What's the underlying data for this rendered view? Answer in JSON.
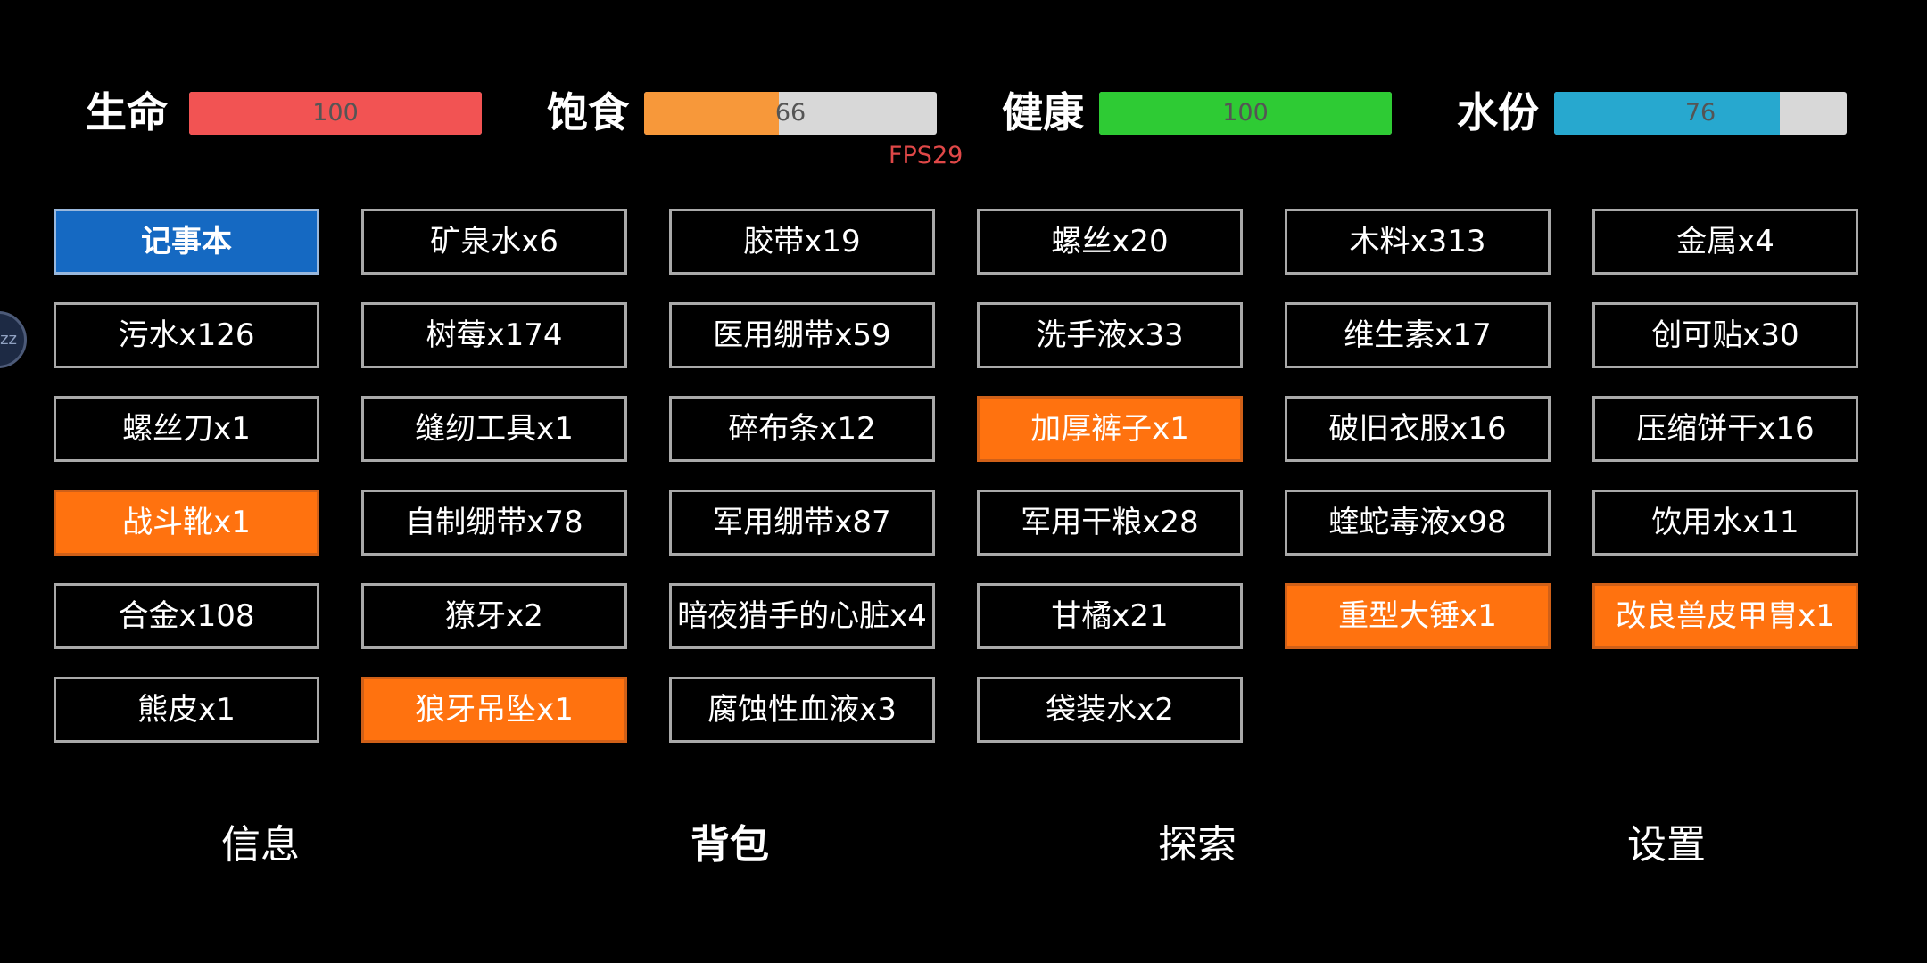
{
  "stats": {
    "life": {
      "label": "生命",
      "value": "100",
      "fill": 1.0,
      "color": "#f25353"
    },
    "satiety": {
      "label": "饱食",
      "value": "66",
      "fill": 0.46,
      "color": "#f7983a"
    },
    "health": {
      "label": "健康",
      "value": "100",
      "fill": 1.0,
      "color": "#2ecb34"
    },
    "water": {
      "label": "水份",
      "value": "76",
      "fill": 0.77,
      "color": "#27a8cf"
    }
  },
  "fps": "FPS29",
  "bubble": {
    "icon": "floating-ball-icon",
    "text": "zz"
  },
  "inventory": {
    "items": [
      {
        "label": "记事本",
        "state": "selected"
      },
      {
        "label": "矿泉水x6",
        "state": "normal"
      },
      {
        "label": "胶带x19",
        "state": "normal"
      },
      {
        "label": "螺丝x20",
        "state": "normal"
      },
      {
        "label": "木料x313",
        "state": "normal"
      },
      {
        "label": "金属x4",
        "state": "normal"
      },
      {
        "label": "污水x126",
        "state": "normal"
      },
      {
        "label": "树莓x174",
        "state": "normal"
      },
      {
        "label": "医用绷带x59",
        "state": "normal"
      },
      {
        "label": "洗手液x33",
        "state": "normal"
      },
      {
        "label": "维生素x17",
        "state": "normal"
      },
      {
        "label": "创可贴x30",
        "state": "normal"
      },
      {
        "label": "螺丝刀x1",
        "state": "normal"
      },
      {
        "label": "缝纫工具x1",
        "state": "normal"
      },
      {
        "label": "碎布条x12",
        "state": "normal"
      },
      {
        "label": "加厚裤子x1",
        "state": "equipped"
      },
      {
        "label": "破旧衣服x16",
        "state": "normal"
      },
      {
        "label": "压缩饼干x16",
        "state": "normal"
      },
      {
        "label": "战斗靴x1",
        "state": "equipped"
      },
      {
        "label": "自制绷带x78",
        "state": "normal"
      },
      {
        "label": "军用绷带x87",
        "state": "normal"
      },
      {
        "label": "军用干粮x28",
        "state": "normal"
      },
      {
        "label": "蝰蛇毒液x98",
        "state": "normal"
      },
      {
        "label": "饮用水x11",
        "state": "normal"
      },
      {
        "label": "合金x108",
        "state": "normal"
      },
      {
        "label": "獠牙x2",
        "state": "normal"
      },
      {
        "label": "暗夜猎手的心脏x4",
        "state": "normal"
      },
      {
        "label": "甘橘x21",
        "state": "normal"
      },
      {
        "label": "重型大锤x1",
        "state": "equipped"
      },
      {
        "label": "改良兽皮甲胄x1",
        "state": "equipped"
      },
      {
        "label": "熊皮x1",
        "state": "normal"
      },
      {
        "label": "狼牙吊坠x1",
        "state": "equipped"
      },
      {
        "label": "腐蚀性血液x3",
        "state": "normal"
      },
      {
        "label": "袋装水x2",
        "state": "normal"
      }
    ]
  },
  "nav": {
    "info": "信息",
    "backpack": "背包",
    "explore": "探索",
    "settings": "设置",
    "active": "backpack"
  },
  "colors": {
    "selected": "#1569c2",
    "equipped": "#ff720f",
    "background": "#000000"
  }
}
